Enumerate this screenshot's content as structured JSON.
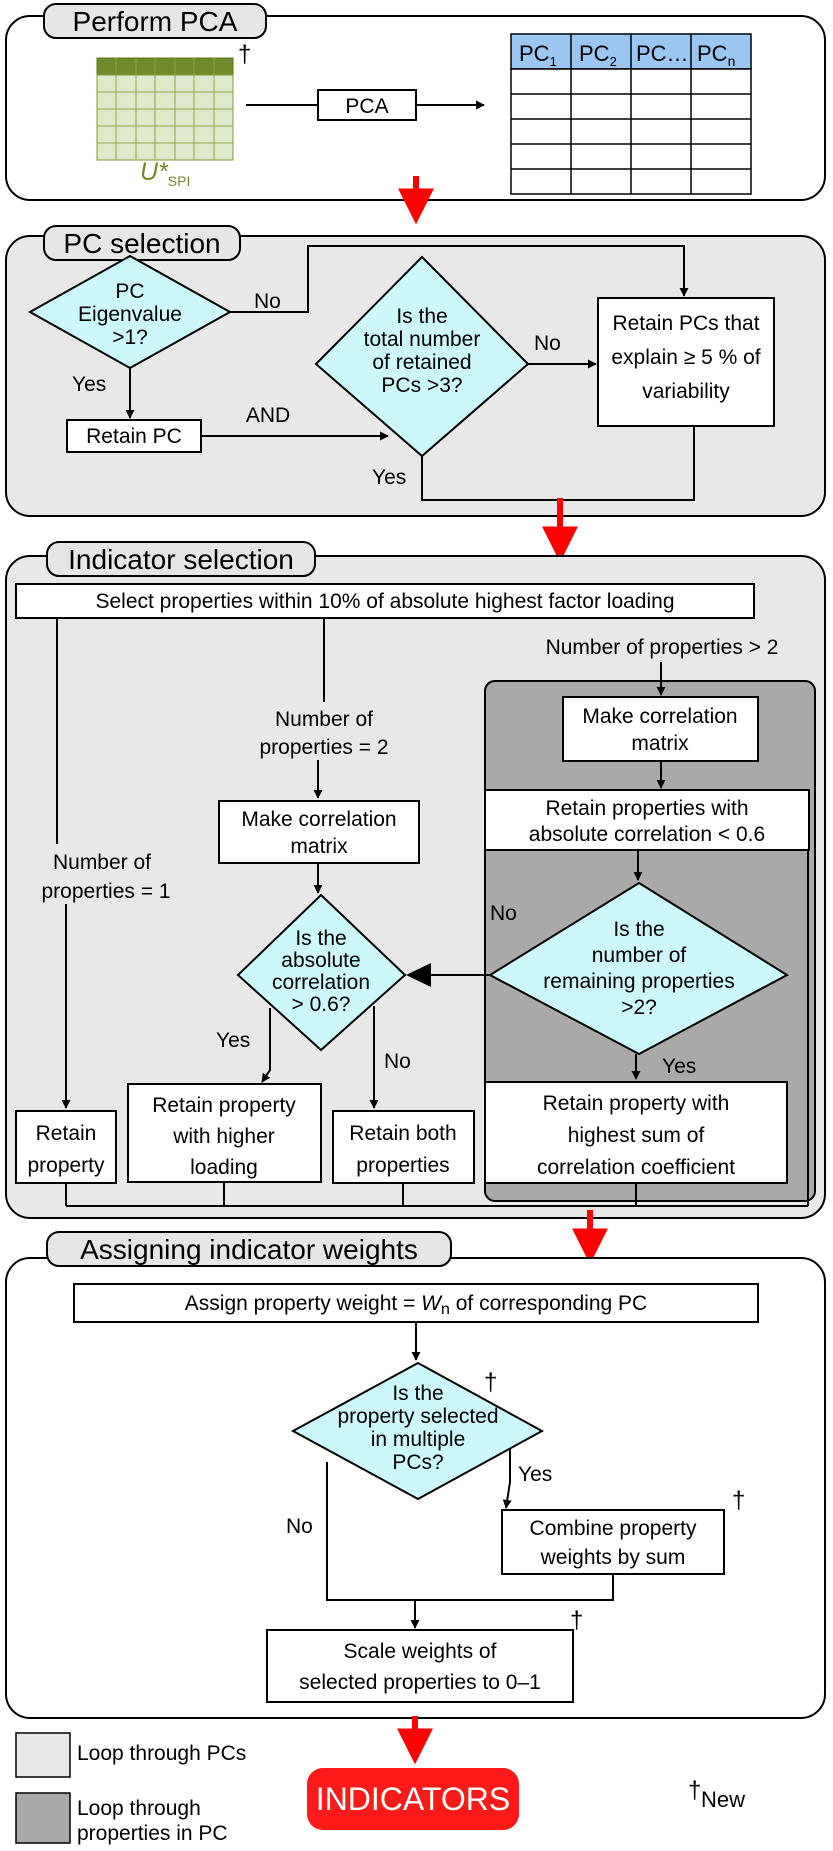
{
  "sections": {
    "perform_pca": "Perform PCA",
    "pc_selection": "PC selection",
    "indicator_selection": "Indicator selection",
    "assigning_weights": "Assigning indicator weights"
  },
  "pca": {
    "matrix_label_main": "U*",
    "matrix_label_sub": "SPI",
    "pca_box": "PCA",
    "dagger": "†",
    "table_headers": [
      {
        "base": "PC",
        "sub": "1"
      },
      {
        "base": "PC",
        "sub": "2"
      },
      {
        "base": "PC…",
        "sub": ""
      },
      {
        "base": "PC",
        "sub": "n"
      }
    ]
  },
  "pc_selection": {
    "eigen_l1": "PC",
    "eigen_l2": "Eigenvalue",
    "eigen_l3": ">1?",
    "no1": "No",
    "yes1": "Yes",
    "retain_pc": "Retain PC",
    "and": "AND",
    "total_l1": "Is the",
    "total_l2": "total number",
    "total_l3": "of retained",
    "total_l4": "PCs >3?",
    "no2": "No",
    "yes2": "Yes",
    "retain5_l1": "Retain PCs that",
    "retain5_l2": "explain ≥ 5 % of",
    "retain5_l3": "variability"
  },
  "indicator": {
    "select_props": "Select properties within 10% of absolute highest factor loading",
    "n_gt2": "Number of properties > 2",
    "n_eq2_l1": "Number of",
    "n_eq2_l2": "properties = 2",
    "n_eq1_l1": "Number of",
    "n_eq1_l2": "properties = 1",
    "corr_a_l1": "Make correlation",
    "corr_a_l2": "matrix",
    "corr_b_l1": "Make correlation",
    "corr_b_l2": "matrix",
    "abs_corr_l1": "Is the",
    "abs_corr_l2": "absolute",
    "abs_corr_l3": "correlation",
    "abs_corr_l4": "> 0.6?",
    "yes_a": "Yes",
    "no_a": "No",
    "retain_abs_l1": "Retain properties with",
    "retain_abs_l2": "absolute correlation < 0.6",
    "no_b": "No",
    "remain_l1": "Is the",
    "remain_l2": "number of",
    "remain_l3": "remaining properties",
    "remain_l4": ">2?",
    "yes_b": "Yes",
    "retain_prop_l1": "Retain",
    "retain_prop_l2": "property",
    "retain_higher_l1": "Retain property",
    "retain_higher_l2": "with higher",
    "retain_higher_l3": "loading",
    "retain_both_l1": "Retain both",
    "retain_both_l2": "properties",
    "retain_sum_l1": "Retain property with",
    "retain_sum_l2": "highest sum of",
    "retain_sum_l3": "correlation coefficient"
  },
  "weights": {
    "assign_pre": "Assign property weight = ",
    "assign_w": "W",
    "assign_wsub": "n",
    "assign_post": " of corresponding PC",
    "multi_l1": "Is the",
    "multi_l2": "property selected",
    "multi_l3": "in multiple",
    "multi_l4": "PCs?",
    "yes": "Yes",
    "no": "No",
    "combine_l1": "Combine property",
    "combine_l2": "weights by sum",
    "scale_l1": "Scale weights of",
    "scale_l2": "selected properties to 0–1",
    "dagger": "†"
  },
  "legend": {
    "light_l1": "Loop through PCs",
    "dark_l1": "Loop through",
    "dark_l2": "properties in PC",
    "new_dagger": "†",
    "new_label": "New"
  },
  "indicators_label": "INDICATORS",
  "colors": {
    "section_bg": "#e8e8e8",
    "inner_loop_bg": "#a9a9a9",
    "diamond_fill": "#ccf7fb",
    "matrix_green": "#dfeacc",
    "matrix_dark": "#6e8a2a",
    "table_header": "#9cc6f2",
    "arrow_red": "#ff0000",
    "indicators_red": "#ff1a1a"
  }
}
